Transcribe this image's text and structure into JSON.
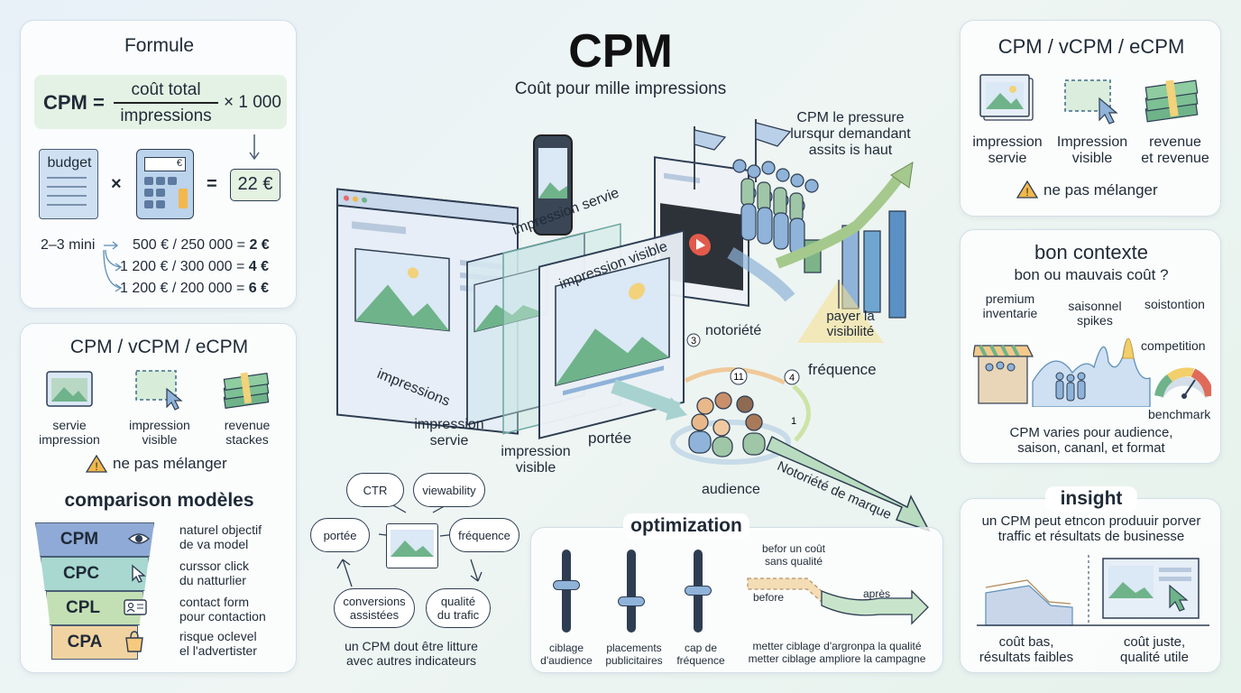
{
  "title": "CPM",
  "subtitle": "Coût pour mille impressions",
  "formula_card": {
    "title": "Formule",
    "lhs": "CPM =",
    "numerator": "coût total",
    "denominator": "impressions",
    "multiplier": "× 1 000",
    "budget_label": "budget",
    "times": "×",
    "equals": "=",
    "calc_symbol": "€",
    "result": "22 €",
    "examples_label": "2–3 mini",
    "examples": [
      {
        "expr": "500 € / 250 000 = ",
        "value": "2 €"
      },
      {
        "expr": "1 200 € / 300 000 = ",
        "value": "4 €"
      },
      {
        "expr": "1 200 € / 200 000 = ",
        "value": "6 €"
      }
    ]
  },
  "left_models_card": {
    "title": "CPM / vCPM / eCPM",
    "icons": [
      "servie\nimpression",
      "impression\nvisible",
      "revenue\nstackes"
    ],
    "warning": "ne pas mélanger",
    "comparison_title": "comparison modèles",
    "funnel": [
      {
        "label": "CPM",
        "desc": "naturel objectif\nde va model",
        "color": "#8faad6",
        "icon": "eye-icon"
      },
      {
        "label": "CPC",
        "desc": "curssor click\ndu natturlier",
        "color": "#a8d8cf",
        "icon": "cursor-icon"
      },
      {
        "label": "CPL",
        "desc": "contact form\npour contaction",
        "color": "#c3e0b4",
        "icon": "contact-card-icon"
      },
      {
        "label": "CPA",
        "desc": "risque oclevel\nel l'advertister",
        "color": "#f1d3a2",
        "icon": "shopping-bag-icon"
      }
    ]
  },
  "center": {
    "impression_servie_tag": "impression servie",
    "impression_visible_tag": "impression visible",
    "impressions_label": "impressions",
    "impression_servie_label": "impression\nservie",
    "impression_visible_label": "impression\nvisible",
    "portee_label": "portée",
    "notoriete_label": "notoriété",
    "frequence_label": "fréquence",
    "audience_label": "audience",
    "pressure_text": "CPM le pressure\nlursqur demandant\nassits is haut",
    "payer_text": "payer la\nvisibilité",
    "brand_arrow_text": "Notoriété de marque",
    "badges": [
      "3",
      "11",
      "4",
      "1"
    ]
  },
  "indicators": {
    "pills": [
      "CTR",
      "viewability",
      "portée",
      "fréquence",
      "conversions\nassistées",
      "qualité\ndu trafic"
    ],
    "caption": "un CPM dout être litture\navec autres indicateurs"
  },
  "optimization": {
    "title": "optimization",
    "sliders": [
      "ciblage\nd'audience",
      "placements\npublicitaires",
      "cap de\nfréquence"
    ],
    "before_text": "befor un coût\nsans qualité",
    "before_label": "before",
    "after_label": "après",
    "caption": "metter ciblage d'argronpa la qualité\nmetter ciblage ampliore la campagne"
  },
  "right_models_card": {
    "title": "CPM / vCPM / eCPM",
    "icons": [
      "impression\nservie",
      "Impression\nvisible",
      "revenue\net revenue"
    ],
    "warning": "ne pas mélanger"
  },
  "context_card": {
    "title": "bon contexte",
    "subtitle": "bon ou mauvais coût ?",
    "labels": [
      "premium\ninventarie",
      "saisonnel\nspikes",
      "soistontion",
      "competition",
      "benchmark"
    ],
    "caption": "CPM varies pour audience,\nsaison, cananl, et format"
  },
  "insight_card": {
    "title": "insight",
    "text": "un CPM peut etncon produuir porver\ntraffic et résultats de businesse",
    "left_caption": "coût bas,\nrésultats faibles",
    "right_caption": "coût juste,\nqualité utile"
  },
  "colors": {
    "accent_blue": "#8fb3d9",
    "accent_green": "#9fd0a6",
    "result_bg": "#e3f2e1",
    "warning": "#f2b84b"
  }
}
